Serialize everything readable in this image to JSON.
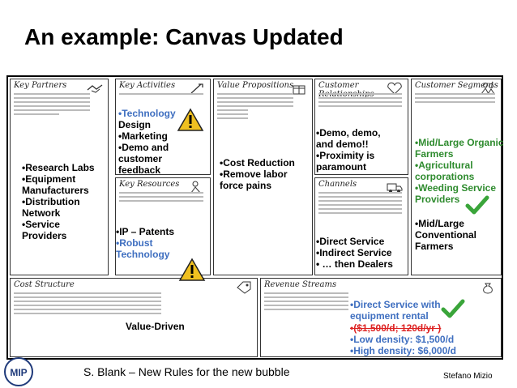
{
  "title": "An example:  Canvas Updated",
  "footer": "S. Blank  – New Rules for the new bubble",
  "author": "Stefano Mizio",
  "logo_text": "MIP",
  "sections": {
    "key_partners": "Key Partners",
    "key_activities": "Key Activities",
    "key_resources": "Key Resources",
    "value_propositions": "Value Propositions",
    "customer_relationships": "Customer Relationships",
    "channels": "Channels",
    "customer_segments": "Customer Segments",
    "cost_structure": "Cost Structure",
    "revenue_streams": "Revenue Streams"
  },
  "notes": {
    "partners": "•Research Labs\n•Equipment Manufacturers\n•Distribution Network\n•Service Providers",
    "activities_tech": "•Technology",
    "activities_rest": "Design\n•Marketing\n•Demo and customer feedback",
    "resources_ip": "•IP – Patents",
    "resources_tech": "•Robust Technology",
    "value": "•Cost Reduction\n•Remove labor force pains",
    "relationships": "•Demo, demo, and demo!!\n•Proximity is paramount",
    "channels": "•Direct Service\n•Indirect Service\n• … then Dealers",
    "segments_green": "•Mid/Large Organic Farmers\n•Agricultural corporations\n•Weeding Service Providers",
    "segments_black": "•Mid/Large Conventional Farmers",
    "cost": "Value-Driven",
    "revenue_1": "•Direct Service with equipment rental",
    "revenue_strike": "•($1,500/d; 120d/yr )",
    "revenue_2": "•Low density: $1,500/d\n•High density: $6,000/d"
  },
  "colors": {
    "green": "#2e8b2e",
    "blue": "#3f6fc0",
    "red": "#d22222",
    "warning": "#f0c020"
  }
}
